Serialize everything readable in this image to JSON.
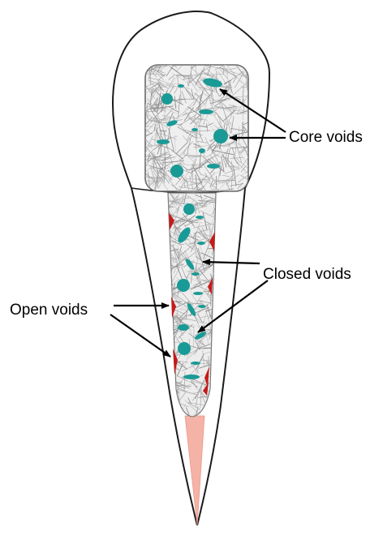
{
  "labels": {
    "core_voids": "Core voids",
    "closed_voids": "Closed voids",
    "open_voids": "Open voids"
  },
  "colors": {
    "tooth_outline": "#1a1a1a",
    "void_fill": "#1a9a96",
    "open_void_fill": "#c41a1a",
    "gutta_percha_fill": "#f4b3a6",
    "post_fill": "#ededed",
    "fiber_stroke": "#8f8f8f",
    "arrow": "#000000"
  }
}
